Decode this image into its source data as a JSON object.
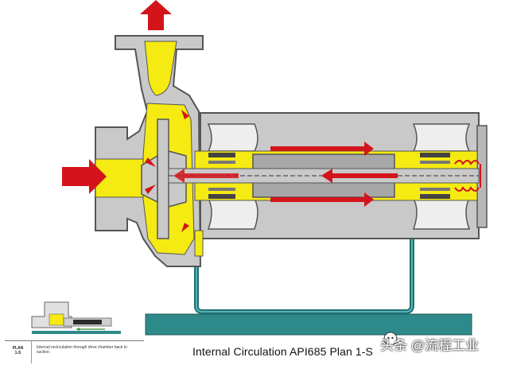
{
  "caption": "Internal Circulation API685 Plan 1-S",
  "plan_box": {
    "id_line1": "PLAN",
    "id_line2": "1-S",
    "description": "Internal recirculation through drive chamber back to suction."
  },
  "watermark": "头条 @流程工业",
  "colors": {
    "casing": "#c9c9c9",
    "fluid": "#f5ea12",
    "rotor": "#a7a7a7",
    "arrow": "#d3141a",
    "base": "#2e8a8a",
    "pipe": "#2a7d7f",
    "coil": "#555555"
  }
}
